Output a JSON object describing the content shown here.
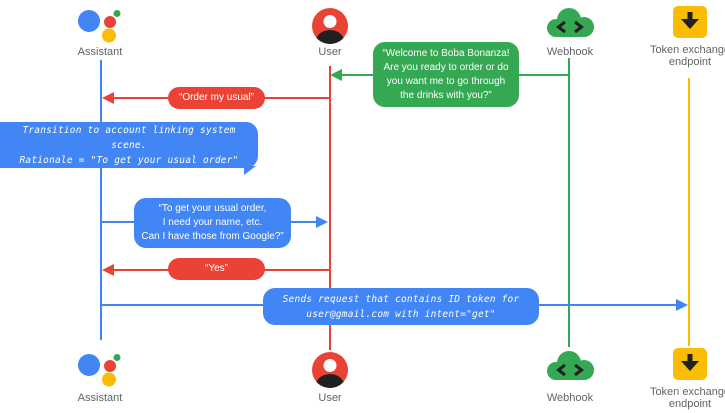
{
  "palette": {
    "blue": "#4285F4",
    "red": "#EA4335",
    "green": "#34A853",
    "yellow": "#FBBC04",
    "icon_dark": "#212121",
    "label_gray": "#5F6368"
  },
  "actors": [
    {
      "id": "assistant",
      "label": "Assistant",
      "icon": "google-assistant-logo",
      "color": "#4285F4"
    },
    {
      "id": "user",
      "label": "User",
      "icon": "user-avatar",
      "color": "#EA4335"
    },
    {
      "id": "webhook",
      "label": "Webhook",
      "icon": "cloud-code",
      "color": "#34A853"
    },
    {
      "id": "token",
      "label": "Token exchange endpoint",
      "icon": "download-box",
      "color": "#FBBC04"
    }
  ],
  "messages": {
    "welcome": {
      "from": "webhook",
      "to": "user",
      "color": "#34A853",
      "lines": [
        "“Welcome to Boba Bonanza!",
        "Are you ready to order or do",
        "you want me to go through",
        "the drinks with you?”"
      ]
    },
    "order": {
      "from": "user",
      "to": "assistant",
      "color": "#EA4335",
      "text": "“Order my usual”"
    },
    "transition_note": {
      "color": "#4285F4",
      "lines": [
        "Transition to account linking system scene.",
        "Rationale = \"To get your usual order\""
      ]
    },
    "ask": {
      "from": "assistant",
      "to": "user",
      "color": "#4285F4",
      "lines": [
        "“To get your usual order,",
        "I need your name, etc.",
        "Can I have those from Google?”"
      ]
    },
    "yes": {
      "from": "user",
      "to": "assistant",
      "color": "#EA4335",
      "text": "“Yes”"
    },
    "send_request": {
      "from": "assistant",
      "to": "token",
      "color": "#4285F4",
      "lines": [
        "Sends request that contains ID token for",
        "user@gmail.com with intent=\"get\""
      ]
    }
  }
}
